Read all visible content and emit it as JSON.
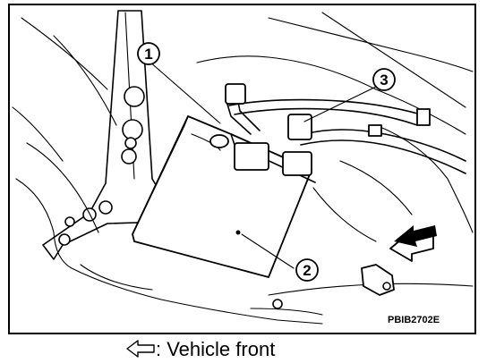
{
  "callouts": [
    {
      "number": "1"
    },
    {
      "number": "2"
    },
    {
      "number": "3"
    }
  ],
  "figure_code": "PBIB2702E",
  "caption": {
    "arrow_icon": "left-arrow-outline-icon",
    "text": ": Vehicle front"
  }
}
